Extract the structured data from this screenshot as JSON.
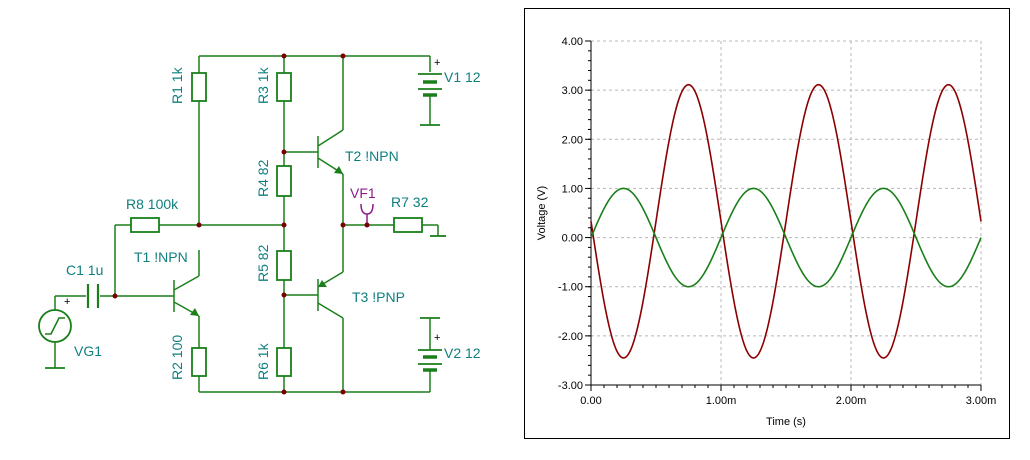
{
  "schematic": {
    "labels": {
      "r1": "R1 1k",
      "r3": "R3 1k",
      "v1": "V1 12",
      "t2": "T2 !NPN",
      "r4": "R4 82",
      "vf1": "VF1",
      "r7": "R7 32",
      "r8": "R8 100k",
      "t1": "T1 !NPN",
      "c1": "C1 1u",
      "r5": "R5 82",
      "t3": "T3 !PNP",
      "vg1": "VG1",
      "r2": "R2 100",
      "r6": "R6 1k",
      "v2": "V2 12",
      "plus": "+"
    },
    "colors": {
      "wire": "#1a7f1a",
      "label": "#0f7f7f",
      "node": "#7a0000",
      "probe": "#8b1c8b"
    }
  },
  "chart_data": {
    "type": "line",
    "xlabel": "Time (s)",
    "ylabel": "Voltage (V)",
    "xlim": [
      0,
      0.003
    ],
    "ylim": [
      -3,
      4
    ],
    "xticks": [
      0,
      0.001,
      0.002,
      0.003
    ],
    "xtick_labels": [
      "0.00",
      "1.00m",
      "2.00m",
      "3.00m"
    ],
    "yticks": [
      4,
      3,
      2,
      1,
      0,
      -1,
      -2,
      -3
    ],
    "ytick_labels": [
      "4.00",
      "3.00",
      "2.00",
      "1.00",
      "0.00",
      "-1.00",
      "-2.00",
      "-3.00"
    ],
    "grid": true,
    "series": [
      {
        "color": "#8b0000",
        "frequency_hz": 1000,
        "amplitude": 2.78,
        "offset": 0.33,
        "phase": "inverted",
        "peaks_y": [
          3.1,
          3.1,
          3.1
        ],
        "troughs_y": [
          -2.45,
          -2.45,
          -2.45
        ]
      },
      {
        "color": "#1a7f1a",
        "frequency_hz": 1000,
        "amplitude": 1.0,
        "offset": 0.0,
        "phase": "sine"
      }
    ]
  }
}
